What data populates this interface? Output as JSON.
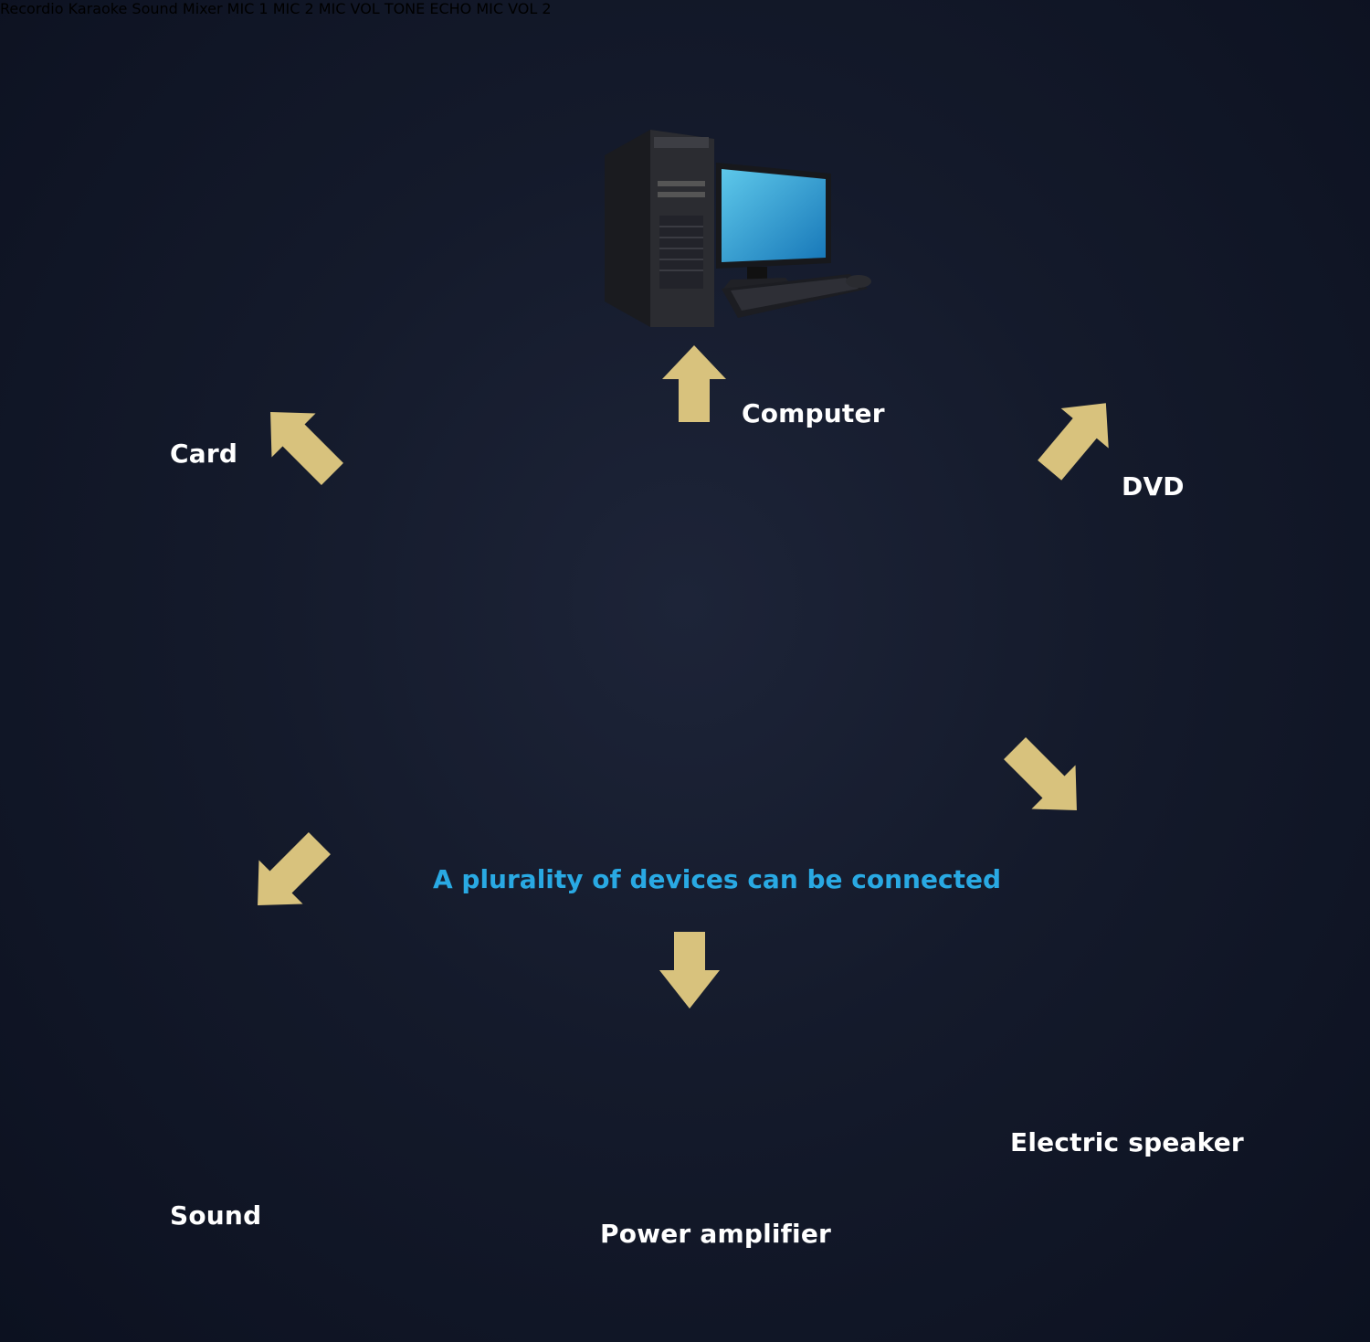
{
  "caption": "A plurality of devices can be connected",
  "mixer": {
    "brand": "Recordio",
    "subtitle": "Karaoke Sound Mixer",
    "jack_left": "MIC 1",
    "jack_right": "MIC 2",
    "knob_labels": [
      "MIC VOL",
      "TONE",
      "ECHO",
      "MIC VOL 2"
    ]
  },
  "devices": [
    {
      "id": "card",
      "label": "Card"
    },
    {
      "id": "computer",
      "label": "Computer"
    },
    {
      "id": "dvd",
      "label": "DVD"
    },
    {
      "id": "electric-speaker",
      "label": "Electric speaker"
    },
    {
      "id": "power-amplifier",
      "label": "Power amplifier"
    },
    {
      "id": "sound",
      "label": "Sound"
    }
  ],
  "colors": {
    "arrow": "#d8c27d",
    "mixer_gold": "#e8d56a",
    "caption": "#29a9e3",
    "label": "#ffffff"
  }
}
